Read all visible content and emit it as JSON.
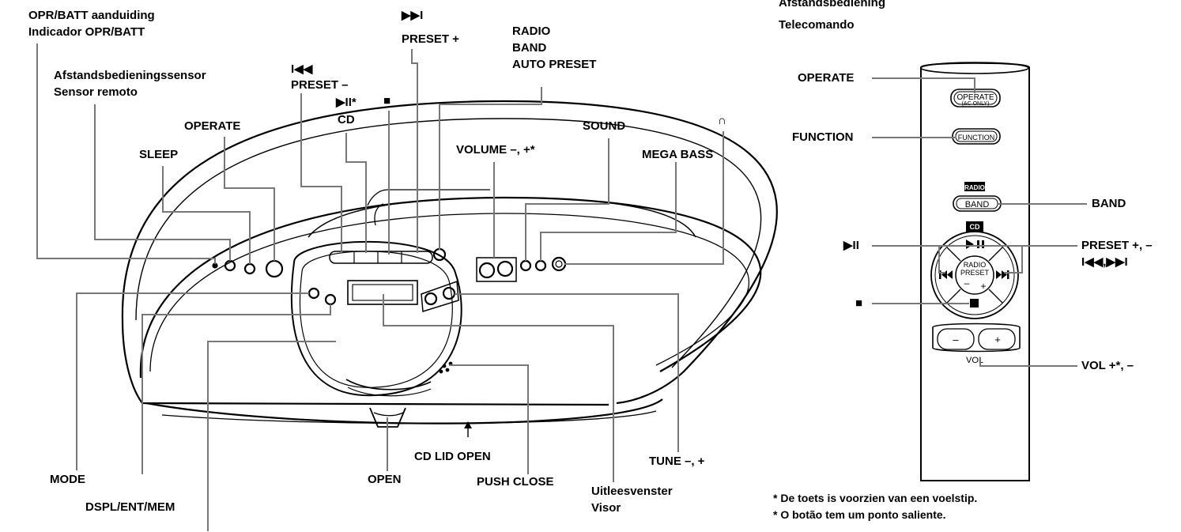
{
  "main_unit": {
    "labels": {
      "opr_batt_nl": "OPR/BATT aanduiding",
      "opr_batt_pt": "Indicador OPR/BATT",
      "sensor_nl": "Afstandsbedieningssensor",
      "sensor_pt": "Sensor remoto",
      "sleep": "SLEEP",
      "operate": "OPERATE",
      "prev_symbol": "I◀◀",
      "preset_minus": "PRESET –",
      "play_symbol": "▶II*",
      "cd": "CD",
      "stop_symbol": "■",
      "next_symbol": "▶▶I",
      "preset_plus": "PRESET +",
      "radio": "RADIO",
      "band": "BAND",
      "auto_preset": "AUTO PRESET",
      "volume": "VOLUME –, +*",
      "sound": "SOUND",
      "mega_bass": "MEGA BASS",
      "headphone_symbol": "∩",
      "mode": "MODE",
      "dspl": "DSPL/ENT/MEM",
      "open": "OPEN",
      "cd_lid_open": "CD LID OPEN",
      "push_close": "PUSH CLOSE",
      "display_nl": "Uitleesvenster",
      "display_pt": "Visor",
      "tune": "TUNE –, +"
    }
  },
  "remote": {
    "title_nl": "Afstandsbediening",
    "title_pt": "Telecomando",
    "labels": {
      "operate": "OPERATE",
      "function": "FUNCTION",
      "band": "BAND",
      "play_pause": "▶II",
      "preset": "PRESET +, –",
      "skip": "I◀◀,▶▶I",
      "stop": "■",
      "vol": "VOL +*, –"
    },
    "button_text": {
      "operate": "OPERATE",
      "ac_only": "(AC ONLY)",
      "function": "FUNCTION",
      "radio_tag": "RADIO",
      "band": "BAND",
      "cd_tag": "CD",
      "radio_preset_1": "RADIO",
      "radio_preset_2": "PRESET",
      "minus": "–",
      "plus": "+",
      "vol": "VOL"
    }
  },
  "footnotes": [
    "* De toets is voorzien van een voelstip.",
    "* O botão tem um ponto saliente."
  ]
}
